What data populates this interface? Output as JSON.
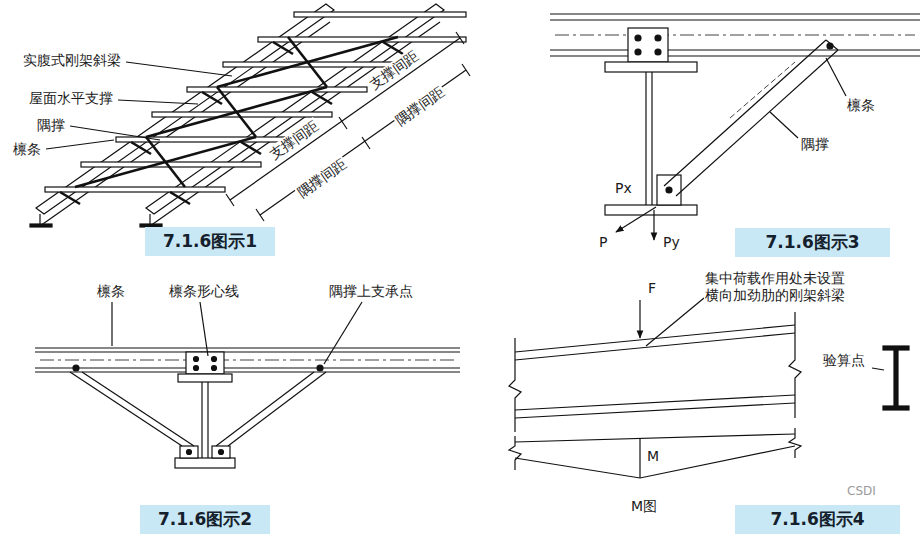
{
  "diagram": {
    "nodes": [
      {
        "text": [
          "7.1.6图示1"
        ]
      },
      {
        "text": [
          "7.1.6图示3"
        ]
      },
      {
        "text": [
          "7.1.6图示2"
        ]
      },
      {
        "text": [
          "7.1.6图示4"
        ]
      }
    ],
    "labels": [
      "实腹式刚架斜梁",
      "屋面水平支撑",
      "隅撑",
      "檩条",
      "支撑间距",
      "支撑间距",
      "隅撑间距",
      "隅撑间距",
      "檩条",
      "隅撑",
      "Px",
      "P",
      "Py",
      "檩条",
      "檩条形心线",
      "隅撑上支承点",
      "F",
      "集中荷载作用处未设置 横向加劲肋的刚架斜梁",
      "验算点",
      "M",
      "M图",
      "CSDI"
    ]
  }
}
